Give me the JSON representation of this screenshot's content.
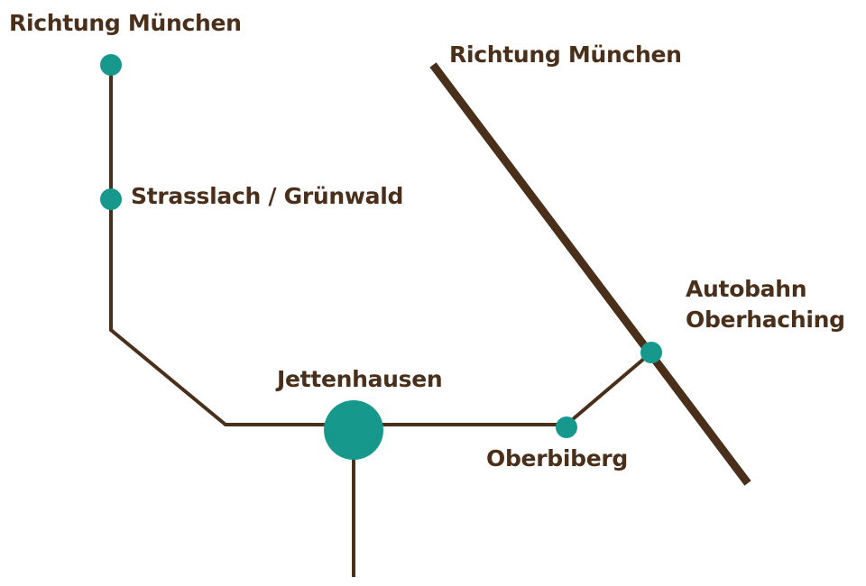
{
  "colors": {
    "road": "#4a2f1a",
    "station": "#16998c",
    "text": "#4a2f1a",
    "background": "#ffffff"
  },
  "labels": {
    "top_left_direction": "Richtung München",
    "top_right_direction": "Richtung München",
    "strasslach": "Strasslach / Grünwald",
    "autobahn_line1": "Autobahn",
    "autobahn_line2": "Oberhaching",
    "jettenhausen": "Jettenhausen",
    "oberbiberg": "Oberbiberg"
  }
}
